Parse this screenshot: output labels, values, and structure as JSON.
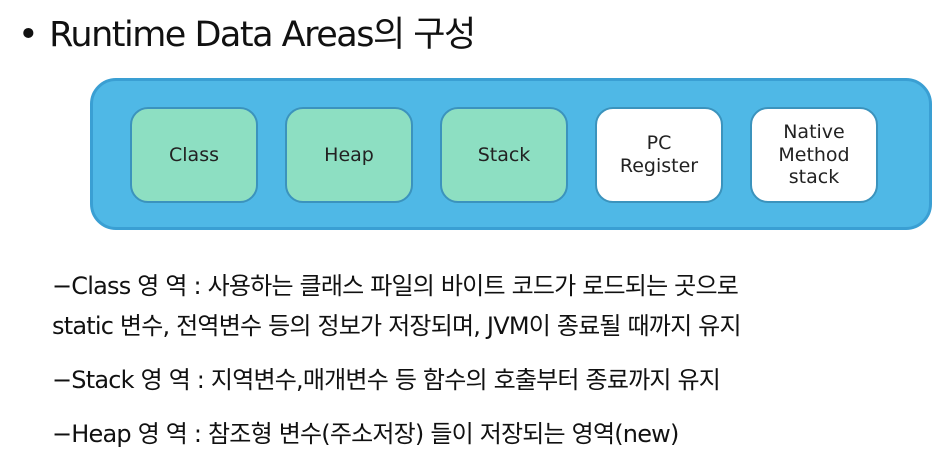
{
  "title": {
    "bullet": "•",
    "text": "Runtime Data Areas의 구성"
  },
  "areas": [
    {
      "label": "Class"
    },
    {
      "label": "Heap"
    },
    {
      "label": "Stack"
    },
    {
      "label_lines": [
        "PC",
        "Register"
      ]
    },
    {
      "label_lines": [
        "Native",
        "Method",
        "stack"
      ]
    }
  ],
  "colors": {
    "panel": "#4fb8e6",
    "panel_border": "#3a9fd3",
    "box_green": "#8ddfc2",
    "box_white": "#ffffff"
  },
  "descriptions": {
    "class_line1": "−Class 영 역 :  사용하는  클래스  파일의  바이트  코드가  로드되는  곳으로",
    "class_line2": "static 변수, 전역변수  등의  정보가  저장되며, JVM이  종료될  때까지  유지",
    "stack": "−Stack 영 역 :  지역변수,매개변수  등 함수의  호출부터  종료까지  유지",
    "heap": "−Heap 영 역 :  참조형  변수(주소저장)  들이  저장되는  영역(new)"
  }
}
